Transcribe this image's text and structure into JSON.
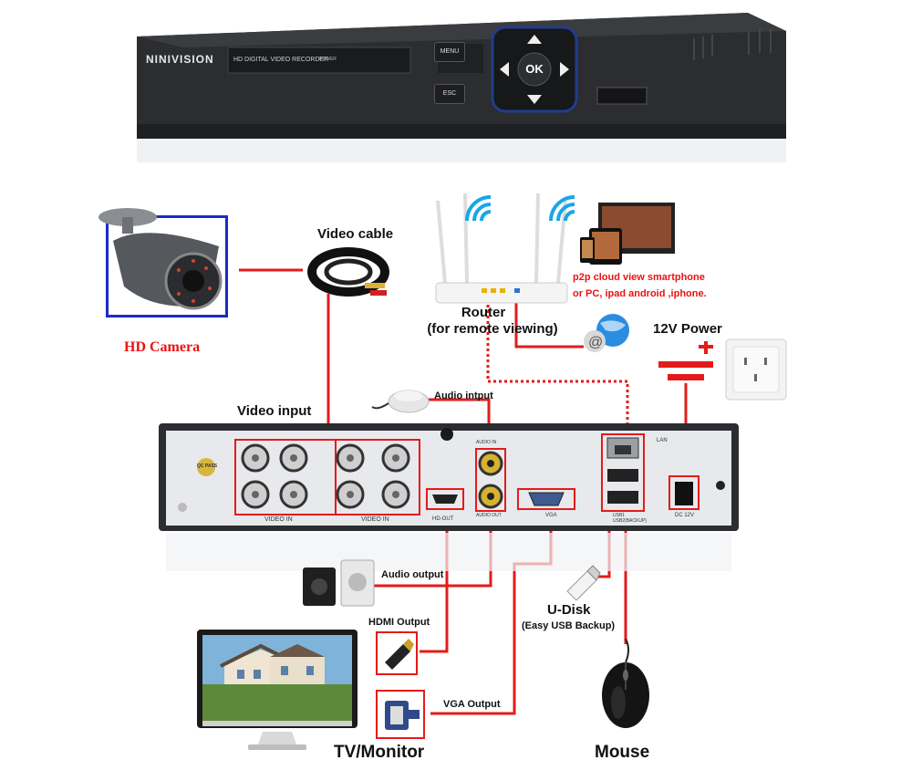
{
  "dvr_front": {
    "brand": "NINIVISION",
    "model_text": "HD DIGITAL VIDEO RECORDER",
    "power_text": "POWER",
    "buttons": {
      "menu": "MENU",
      "esc": "ESC",
      "ok": "OK"
    }
  },
  "labels": {
    "video_cable": "Video cable",
    "hd_camera": "HD Camera",
    "video_input": "Video input",
    "router_title": "Router",
    "router_sub": "(for remote viewing)",
    "p2p_line1": "p2p cloud  view smartphone",
    "p2p_line2": "or PC, ipad android ,iphone.",
    "power_12v": "12V Power",
    "audio_input": "Audio intput",
    "audio_output": "Audio output",
    "hdmi_output": "HDMI Output",
    "vga_output": "VGA Output",
    "udisk_title": "U-Disk",
    "udisk_sub": "(Easy USB Backup)",
    "tv_monitor": "TV/Monitor",
    "mouse": "Mouse"
  },
  "dvr_rear": {
    "video_in_1": "VIDEO IN",
    "video_in_2": "VIDEO IN",
    "audio_in": "AUDIO IN",
    "audio_out": "AUDIO OUT",
    "hd_out": "HD-OUT",
    "vga": "VGA",
    "lan": "LAN",
    "usb1": "USB1",
    "usb2": "USB2(BACKUP)",
    "dc": "DC 12V",
    "qc_pass": "QC PASS"
  },
  "colors": {
    "line_red": "#e41b1b",
    "camera_frame": "#1a2bc7",
    "label_red": "#e11111",
    "dvr_body": "#2b2d30",
    "rear_panel": "#e7e9ec"
  }
}
